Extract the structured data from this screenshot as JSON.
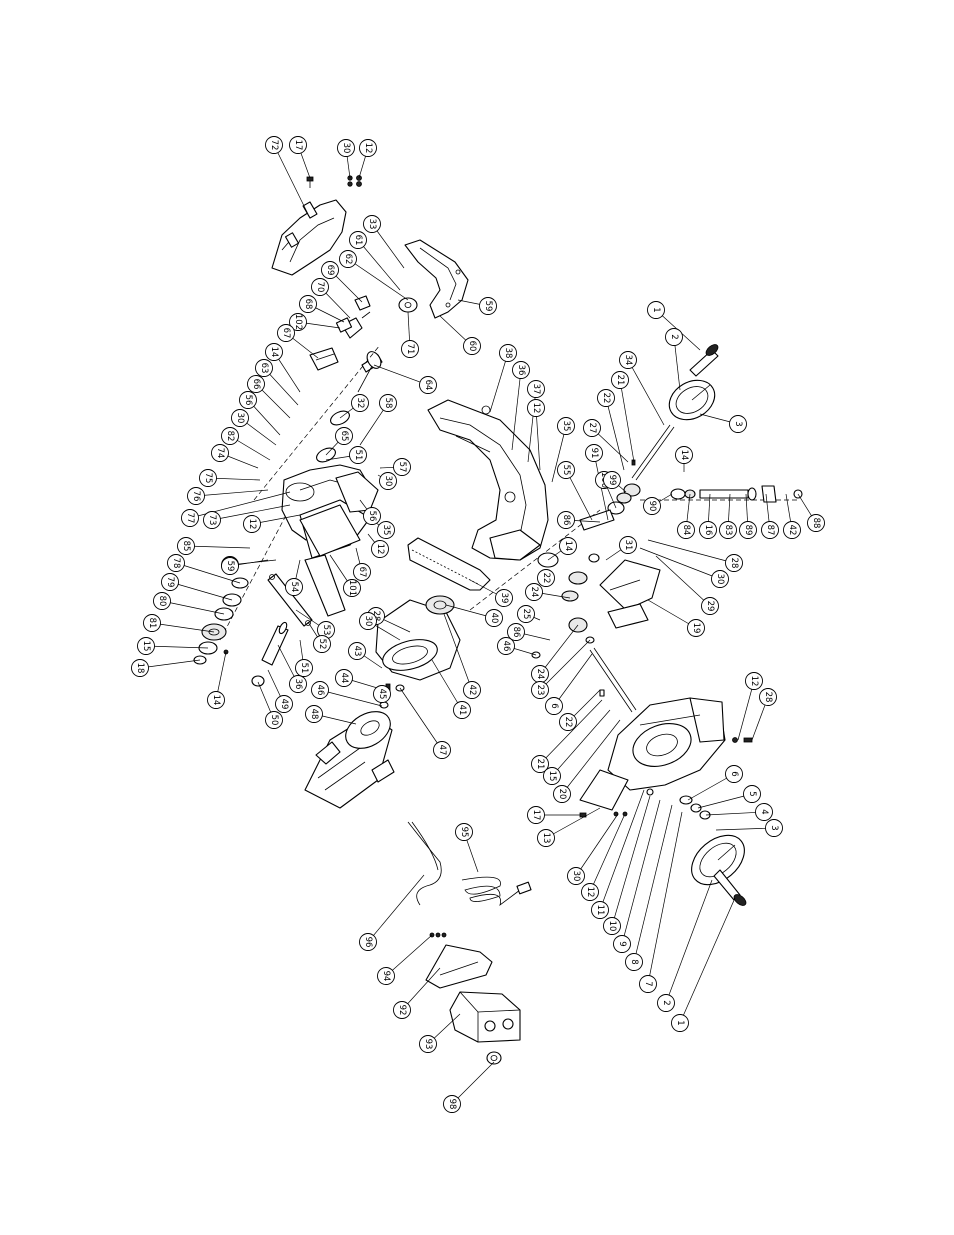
{
  "callouts": [
    {
      "label": "72"
    },
    {
      "label": "17"
    },
    {
      "label": "30"
    },
    {
      "label": "12"
    },
    {
      "label": "33"
    },
    {
      "label": "61"
    },
    {
      "label": "62"
    },
    {
      "label": "69"
    },
    {
      "label": "70"
    },
    {
      "label": "68"
    },
    {
      "label": "102"
    },
    {
      "label": "67"
    },
    {
      "label": "14"
    },
    {
      "label": "63"
    },
    {
      "label": "66"
    },
    {
      "label": "56"
    },
    {
      "label": "30"
    },
    {
      "label": "82"
    },
    {
      "label": "74"
    },
    {
      "label": "75"
    },
    {
      "label": "76"
    },
    {
      "label": "77"
    },
    {
      "label": "73"
    },
    {
      "label": "12"
    },
    {
      "label": "85"
    },
    {
      "label": "59"
    },
    {
      "label": "78"
    },
    {
      "label": "79"
    },
    {
      "label": "80"
    },
    {
      "label": "81"
    },
    {
      "label": "15"
    },
    {
      "label": "18"
    },
    {
      "label": "14"
    },
    {
      "label": "59"
    },
    {
      "label": "60"
    },
    {
      "label": "71"
    },
    {
      "label": "64"
    },
    {
      "label": "32"
    },
    {
      "label": "65"
    },
    {
      "label": "51"
    },
    {
      "label": "58"
    },
    {
      "label": "57"
    },
    {
      "label": "30"
    },
    {
      "label": "56"
    },
    {
      "label": "38"
    },
    {
      "label": "36"
    },
    {
      "label": "37"
    },
    {
      "label": "12"
    },
    {
      "label": "35"
    },
    {
      "label": "55"
    },
    {
      "label": "91"
    },
    {
      "label": "86"
    },
    {
      "label": "100"
    },
    {
      "label": "22"
    },
    {
      "label": "21"
    },
    {
      "label": "27"
    },
    {
      "label": "34"
    },
    {
      "label": "2"
    },
    {
      "label": "1"
    },
    {
      "label": "3"
    },
    {
      "label": "99"
    },
    {
      "label": "14"
    },
    {
      "label": "90"
    },
    {
      "label": "84"
    },
    {
      "label": "16"
    },
    {
      "label": "83"
    },
    {
      "label": "89"
    },
    {
      "label": "87"
    },
    {
      "label": "42"
    },
    {
      "label": "88"
    },
    {
      "label": "28"
    },
    {
      "label": "30"
    },
    {
      "label": "29"
    },
    {
      "label": "19"
    },
    {
      "label": "31"
    },
    {
      "label": "14"
    },
    {
      "label": "22"
    },
    {
      "label": "24"
    },
    {
      "label": "25"
    },
    {
      "label": "86"
    },
    {
      "label": "46"
    },
    {
      "label": "24"
    },
    {
      "label": "23"
    },
    {
      "label": "6"
    },
    {
      "label": "22"
    },
    {
      "label": "21"
    },
    {
      "label": "15"
    },
    {
      "label": "20"
    },
    {
      "label": "39"
    },
    {
      "label": "40"
    },
    {
      "label": "42"
    },
    {
      "label": "41"
    },
    {
      "label": "28"
    },
    {
      "label": "30"
    },
    {
      "label": "43"
    },
    {
      "label": "44"
    },
    {
      "label": "45"
    },
    {
      "label": "46"
    },
    {
      "label": "47"
    },
    {
      "label": "48"
    },
    {
      "label": "53"
    },
    {
      "label": "52"
    },
    {
      "label": "51"
    },
    {
      "label": "36"
    },
    {
      "label": "49"
    },
    {
      "label": "50"
    },
    {
      "label": "54"
    },
    {
      "label": "101"
    },
    {
      "label": "12"
    },
    {
      "label": "35"
    },
    {
      "label": "67"
    },
    {
      "label": "59"
    },
    {
      "label": "12"
    },
    {
      "label": "28"
    },
    {
      "label": "6"
    },
    {
      "label": "5"
    },
    {
      "label": "4"
    },
    {
      "label": "3"
    },
    {
      "label": "17"
    },
    {
      "label": "13"
    },
    {
      "label": "30"
    },
    {
      "label": "12"
    },
    {
      "label": "11"
    },
    {
      "label": "10"
    },
    {
      "label": "9"
    },
    {
      "label": "8"
    },
    {
      "label": "7"
    },
    {
      "label": "2"
    },
    {
      "label": "1"
    },
    {
      "label": "95"
    },
    {
      "label": "96"
    },
    {
      "label": "94"
    },
    {
      "label": "92"
    },
    {
      "label": "93"
    },
    {
      "label": "98"
    }
  ]
}
